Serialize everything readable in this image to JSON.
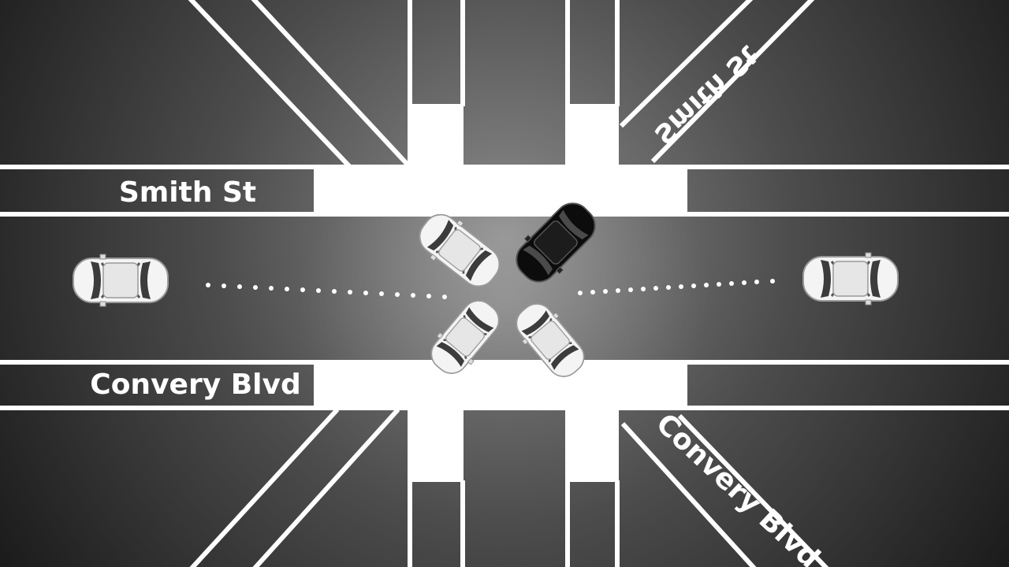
{
  "labels": {
    "smith_left": "Smith St",
    "convery_left": "Convery Blvd",
    "smith_diagonal": "Smith St",
    "convery_diagonal": "Convery Blvd"
  },
  "colors": {
    "background_light": "#8a8a8a",
    "background_dark": "#141414",
    "road_line": "#ffffff",
    "crosswalk": "#ffffff",
    "car_white": "#f4f4f4",
    "car_black": "#0c0c0c"
  },
  "vehicles": [
    {
      "name": "car-west-approach",
      "color": "white"
    },
    {
      "name": "car-east-approach",
      "color": "white"
    },
    {
      "name": "car-center-upper-left",
      "color": "white"
    },
    {
      "name": "car-center-upper-right",
      "color": "black"
    },
    {
      "name": "car-center-lower-left",
      "color": "white"
    },
    {
      "name": "car-center-lower-right",
      "color": "white"
    }
  ]
}
